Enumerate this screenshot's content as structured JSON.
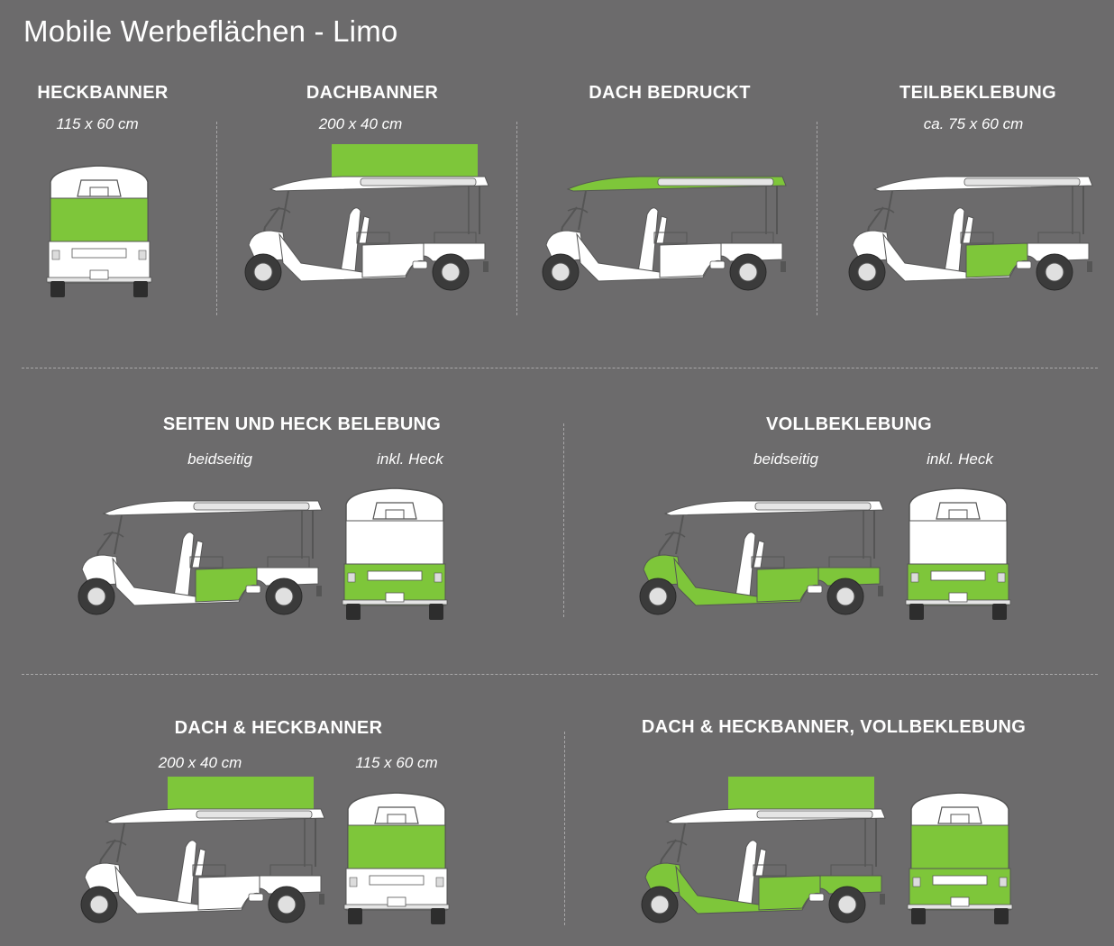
{
  "page": {
    "title": "Mobile Werbeflächen - Limo"
  },
  "colors": {
    "background": "#6c6b6c",
    "accent_green": "#7ec63a",
    "vehicle_body": "#ffffff",
    "vehicle_outline": "#555555",
    "separator": "#a9a8a9"
  },
  "sections": {
    "heckbanner": {
      "title": "HECKBANNER",
      "size": "115 x 60 cm"
    },
    "dachbanner": {
      "title": "DACHBANNER",
      "size": "200 x 40 cm"
    },
    "dach_bedruckt": {
      "title": "DACH BEDRUCKT"
    },
    "teilbeklebung": {
      "title": "TEILBEKLEBUNG",
      "size": "ca. 75 x 60 cm"
    },
    "seiten_heck": {
      "title": "SEITEN UND HECK BELEBUNG",
      "left_label": "beidseitig",
      "right_label": "inkl. Heck"
    },
    "vollbeklebung": {
      "title": "VOLLBEKLEBUNG",
      "left_label": "beidseitig",
      "right_label": "inkl. Heck"
    },
    "dach_heckbanner": {
      "title": "DACH & HECKBANNER",
      "left_label": "200 x 40 cm",
      "right_label": "115 x 60 cm"
    },
    "dach_heckbanner_voll": {
      "title": "DACH & HECKBANNER, VOLLBEKLEBUNG"
    }
  }
}
